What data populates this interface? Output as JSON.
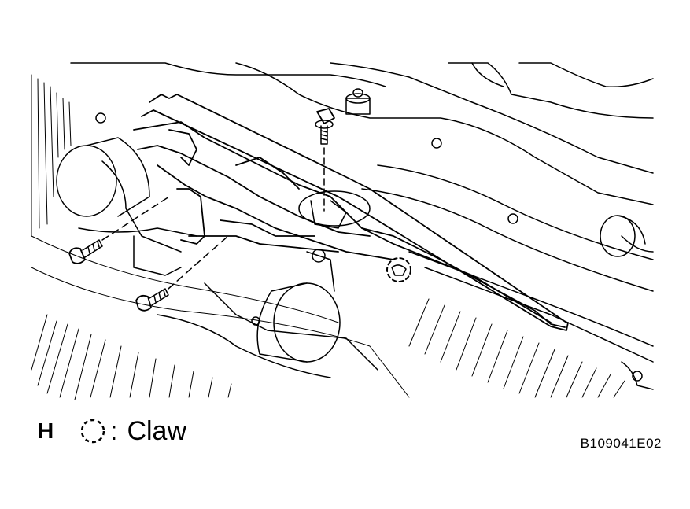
{
  "legend": {
    "view_letter": "H",
    "symbol_icon": "dashed-circle-icon",
    "colon": ":",
    "label": "Claw"
  },
  "figure_code": "B109041E02",
  "colors": {
    "line": "#000000",
    "background": "#ffffff"
  }
}
